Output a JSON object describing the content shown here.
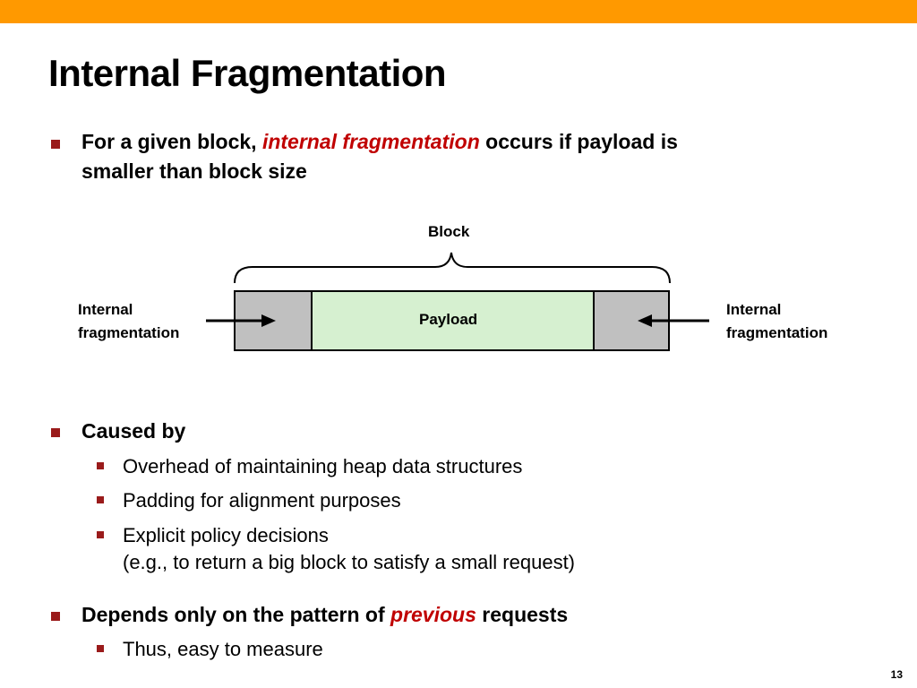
{
  "slide": {
    "title": "Internal Fragmentation",
    "page_number": "13",
    "accent_color": "#ff9900",
    "bullet_color": "#9a1b1b",
    "emphasis_color": "#c00000"
  },
  "bullet1": {
    "before": "For a given block, ",
    "emphasis": "internal fragmentation",
    "after": " occurs if payload is",
    "line2": "smaller than block size"
  },
  "diagram": {
    "block_label": "Block",
    "payload_label": "Payload",
    "left_label_line1": "Internal",
    "left_label_line2": "fragmentation",
    "right_label_line1": "Internal",
    "right_label_line2": "fragmentation"
  },
  "bullet2": {
    "text": "Caused by",
    "subitems": [
      "Overhead of maintaining heap data structures",
      "Padding for alignment purposes",
      "Explicit policy decisions",
      "(e.g., to return a big block to satisfy a small request)"
    ]
  },
  "bullet3": {
    "before": "Depends only on the pattern of ",
    "emphasis": "previous",
    "after": " requests",
    "subitems": [
      "Thus, easy to measure"
    ]
  }
}
